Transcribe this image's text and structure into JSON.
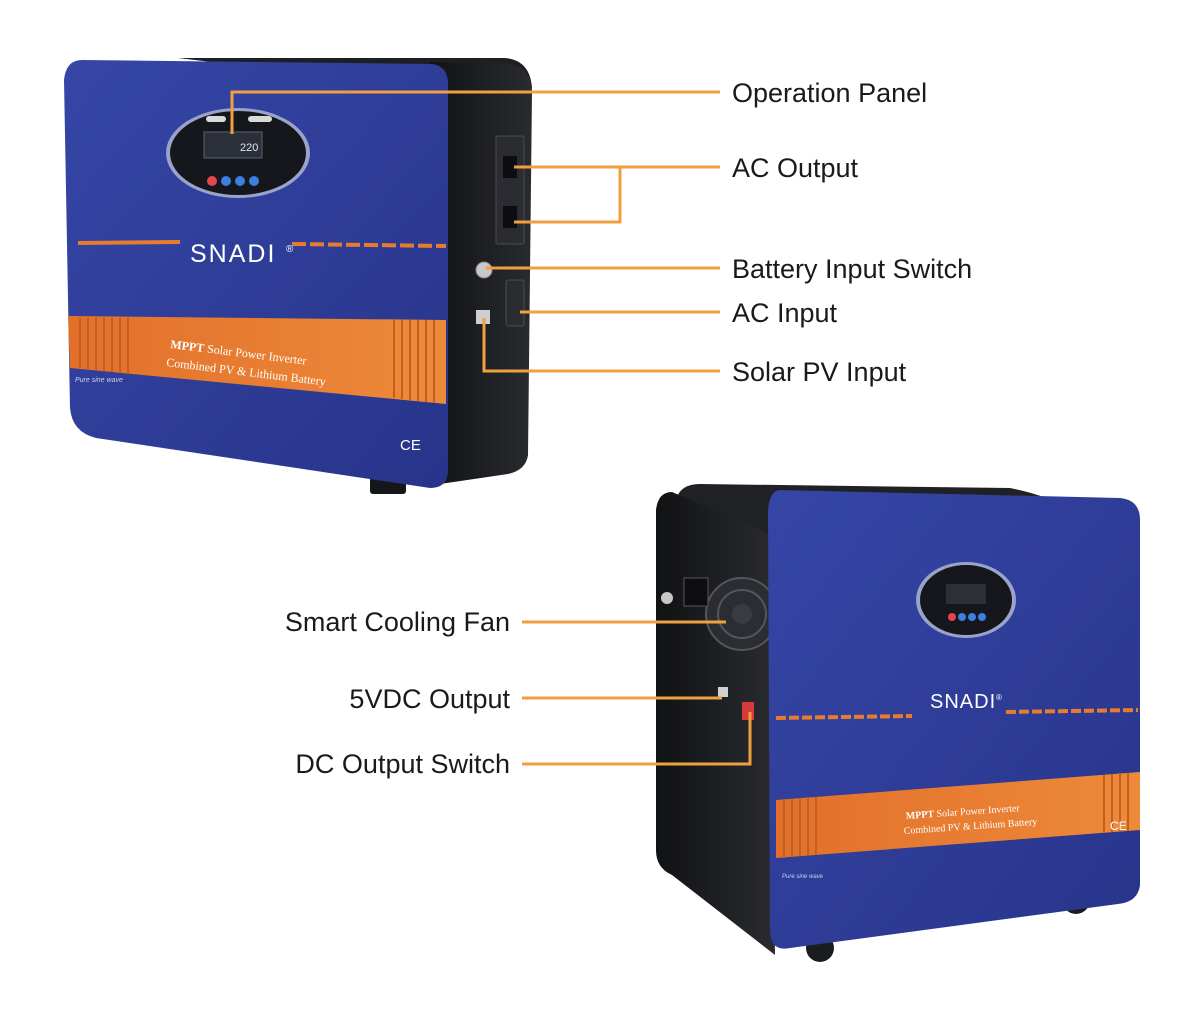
{
  "callouts": {
    "operation_panel": "Operation Panel",
    "ac_output": "AC Output",
    "battery_input_switch": "Battery Input Switch",
    "ac_input": "AC Input",
    "solar_pv_input": "Solar PV Input",
    "smart_cooling_fan": "Smart Cooling Fan",
    "vdc_output": "5VDC Output",
    "dc_output_switch": "DC Output Switch"
  },
  "unit_front": {
    "brand": "SNADI",
    "brand_mark": "®",
    "badge_line1_bold": "MPPT",
    "badge_line1_rest": " Solar Power Inverter",
    "badge_line2": "Combined PV & Lithium Battery",
    "wave_logo": "Pure sine wave",
    "ce_mark": "CE",
    "display_value": "220"
  },
  "unit_rear": {
    "brand": "SNADI",
    "brand_mark": "®",
    "badge_line1_bold": "MPPT",
    "badge_line1_rest": " Solar Power Inverter",
    "badge_line2": "Combined PV & Lithium Battery",
    "wave_logo": "Pure sine wave",
    "ce_mark": "CE"
  },
  "colors": {
    "panel_blue": "#2f3f9a",
    "panel_blue_dark": "#26337f",
    "housing_black": "#1b1c1f",
    "accent_orange": "#e87c2e",
    "leader_orange": "#f0a040"
  }
}
